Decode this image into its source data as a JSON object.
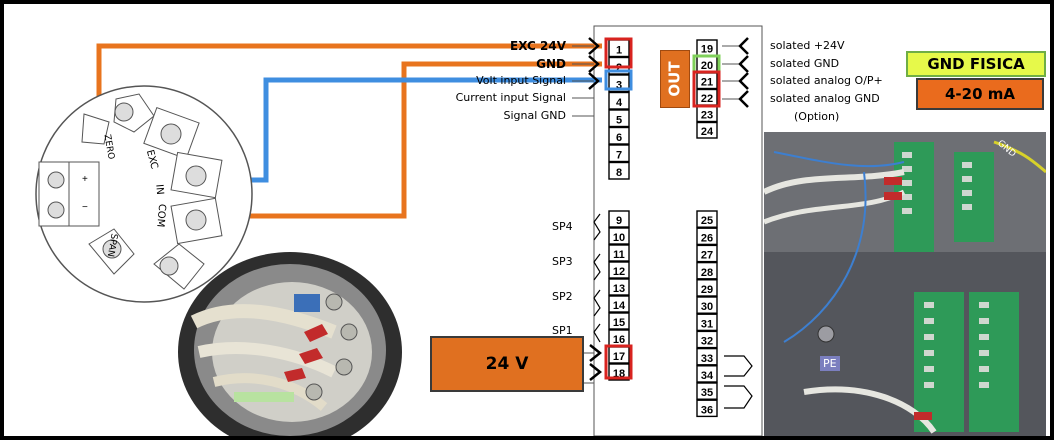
{
  "left_labels": [
    "EXC 24V",
    "GND",
    "Volt input Signal",
    "Current input Signal",
    "Signal GND"
  ],
  "terminals_left_top": [
    "1",
    "2",
    "3",
    "4",
    "5",
    "6",
    "7",
    "8"
  ],
  "terminals_left_bottom": [
    "9",
    "10",
    "11",
    "12",
    "13",
    "14",
    "15",
    "16",
    "17",
    "18"
  ],
  "terminals_right_top": [
    "19",
    "20",
    "21",
    "22",
    "23",
    "24"
  ],
  "terminals_right_bottom": [
    "25",
    "26",
    "27",
    "28",
    "29",
    "30",
    "31",
    "32",
    "33",
    "34",
    "35",
    "36"
  ],
  "right_labels": [
    "solated +24V",
    "solated GND",
    "solated analog O/P+",
    "solated analog GND",
    "(Option)"
  ],
  "out_label": "OUT",
  "gnd_fisica": "GND FISICA",
  "ma_label": "4-20 mA",
  "sp_labels": [
    "SP4",
    "SP3",
    "SP2",
    "SP1"
  ],
  "power_label": "24 V",
  "sensor_labels": {
    "exc": "EXC",
    "in": "IN",
    "com": "COM",
    "zero": "ZERO",
    "span": "SPAN"
  },
  "photo_labels": {
    "pe": "PE",
    "gnd": "GND"
  },
  "colors": {
    "orange_wire": "#e8741e",
    "blue_wire": "#3f8ee0",
    "red_box": "#d8231f",
    "green_box": "#7fd05a",
    "out_bg": "#e07020",
    "gnd_bg": "#e6f94a",
    "ma_bg": "#ea6b1d"
  }
}
